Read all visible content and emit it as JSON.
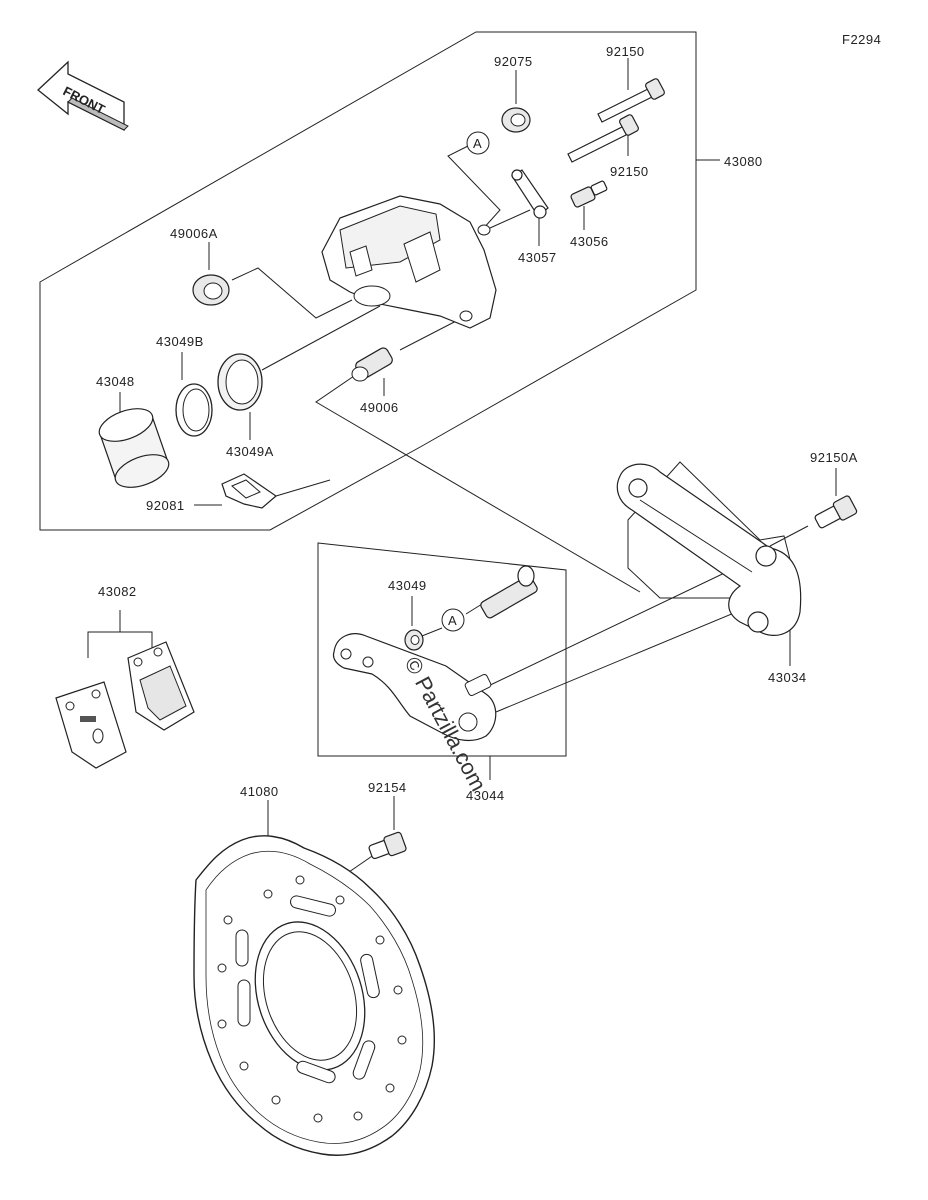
{
  "figure_id": "F2294",
  "front_label": "FRONT",
  "watermark": "© Partzilla.com",
  "callout_marker": "A",
  "parts": [
    {
      "id": "p-92075",
      "number": "92075"
    },
    {
      "id": "p-92150-top",
      "number": "92150"
    },
    {
      "id": "p-92150-lower",
      "number": "92150"
    },
    {
      "id": "p-43080",
      "number": "43080"
    },
    {
      "id": "p-49006A",
      "number": "49006A"
    },
    {
      "id": "p-43057",
      "number": "43057"
    },
    {
      "id": "p-43056",
      "number": "43056"
    },
    {
      "id": "p-43049B",
      "number": "43049B"
    },
    {
      "id": "p-43048",
      "number": "43048"
    },
    {
      "id": "p-49006",
      "number": "49006"
    },
    {
      "id": "p-43049A",
      "number": "43049A"
    },
    {
      "id": "p-92081",
      "number": "92081"
    },
    {
      "id": "p-92150A",
      "number": "92150A"
    },
    {
      "id": "p-43082",
      "number": "43082"
    },
    {
      "id": "p-43049",
      "number": "43049"
    },
    {
      "id": "p-43034",
      "number": "43034"
    },
    {
      "id": "p-43044",
      "number": "43044"
    },
    {
      "id": "p-41080",
      "number": "41080"
    },
    {
      "id": "p-92154",
      "number": "92154"
    }
  ]
}
